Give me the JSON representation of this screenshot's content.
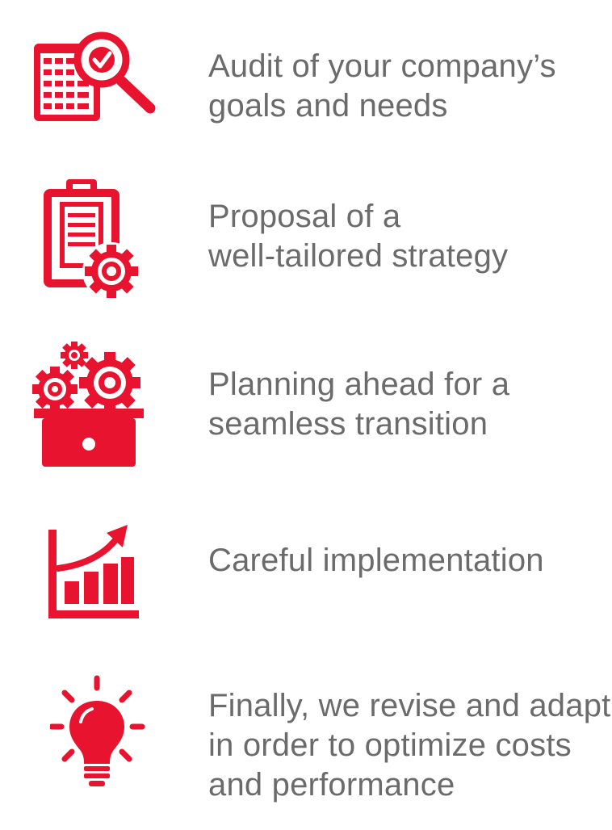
{
  "colors": {
    "accent": "#e8132e",
    "text": "#6b6b6b",
    "background": "#ffffff"
  },
  "steps": [
    {
      "icon": "audit-magnifier-checklist-icon",
      "text": "Audit of your company’s\ngoals and needs"
    },
    {
      "icon": "clipboard-gear-icon",
      "text": "Proposal of a\nwell-tailored strategy"
    },
    {
      "icon": "gears-laptop-icon",
      "text": "Planning ahead for a\nseamless transition"
    },
    {
      "icon": "growth-chart-icon",
      "text": "Careful implementation"
    },
    {
      "icon": "lightbulb-icon",
      "text": "Finally, we revise and adapt\nin order to optimize costs\nand performance"
    }
  ]
}
